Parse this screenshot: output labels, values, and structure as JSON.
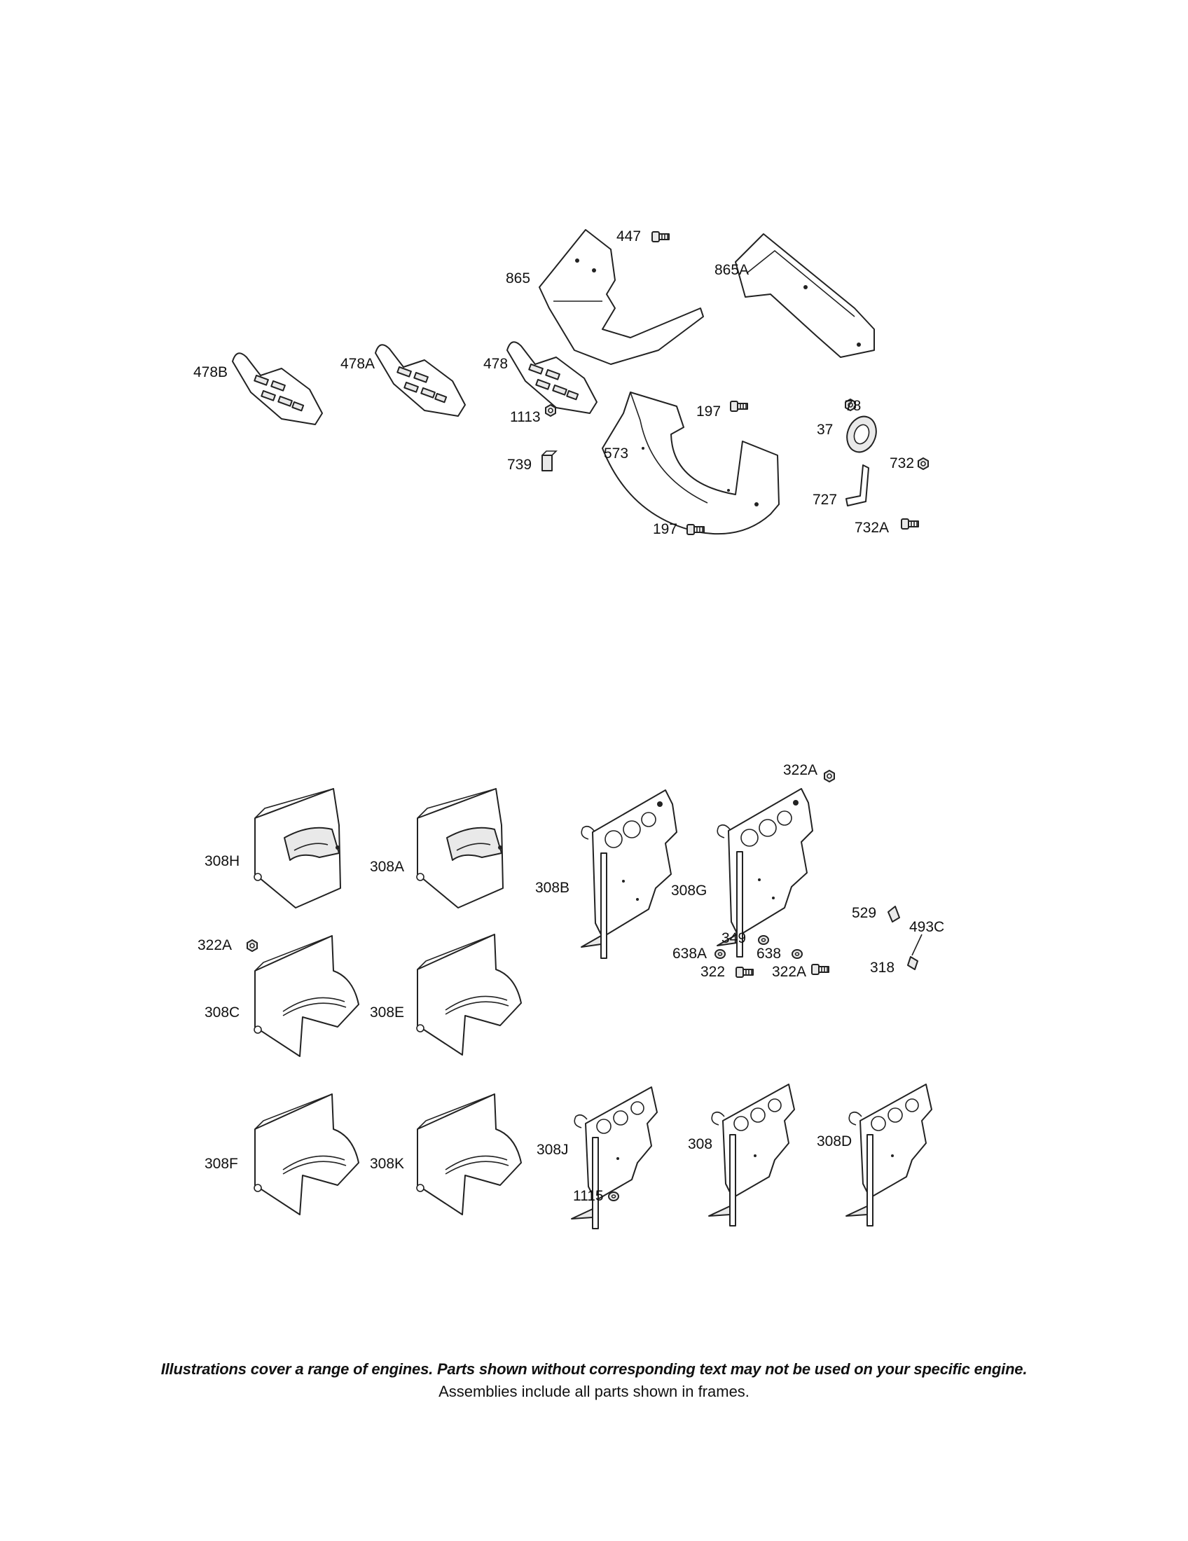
{
  "footer": {
    "disclaimer": "Illustrations cover a range of engines. Parts shown without corresponding text may not be used on your specific engine.",
    "note": "Assemblies include all parts shown in frames."
  },
  "labels": {
    "p447": "447",
    "p865": "865",
    "p865A": "865A",
    "p478B": "478B",
    "p478A": "478A",
    "p478": "478",
    "p1113": "1113",
    "p197a": "197",
    "p78": "78",
    "p37": "37",
    "p739": "739",
    "p573": "573",
    "p732": "732",
    "p727": "727",
    "p197b": "197",
    "p732A": "732A",
    "p322A_top": "322A",
    "p308H": "308H",
    "p308A": "308A",
    "p308B": "308B",
    "p308G": "308G",
    "p529": "529",
    "p493C": "493C",
    "p322A_left": "322A",
    "p349": "349",
    "p638A": "638A",
    "p638": "638",
    "p322": "322",
    "p322A_mid": "322A",
    "p318": "318",
    "p308C": "308C",
    "p308E": "308E",
    "p308F": "308F",
    "p308K": "308K",
    "p308J": "308J",
    "p308": "308",
    "p308D": "308D",
    "p1115": "1115"
  }
}
